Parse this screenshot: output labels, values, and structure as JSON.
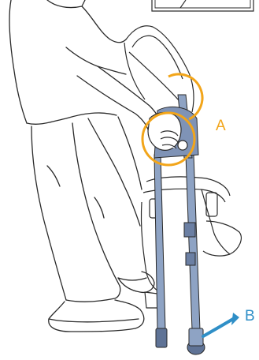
{
  "callouts": {
    "a": {
      "label": "A",
      "color": "#f2a51a"
    },
    "b": {
      "label": "B",
      "color": "#2f8fc7"
    }
  },
  "palette": {
    "line": "#2a2a2a",
    "frame": "#8ea3c4",
    "frame_dark": "#5f7396",
    "highlight_ring": "#f2a51a",
    "arrow": "#2f8fc7"
  },
  "icons": {
    "top_box": "instruction-frame",
    "arrow_b": "curved-arrow-icon"
  }
}
